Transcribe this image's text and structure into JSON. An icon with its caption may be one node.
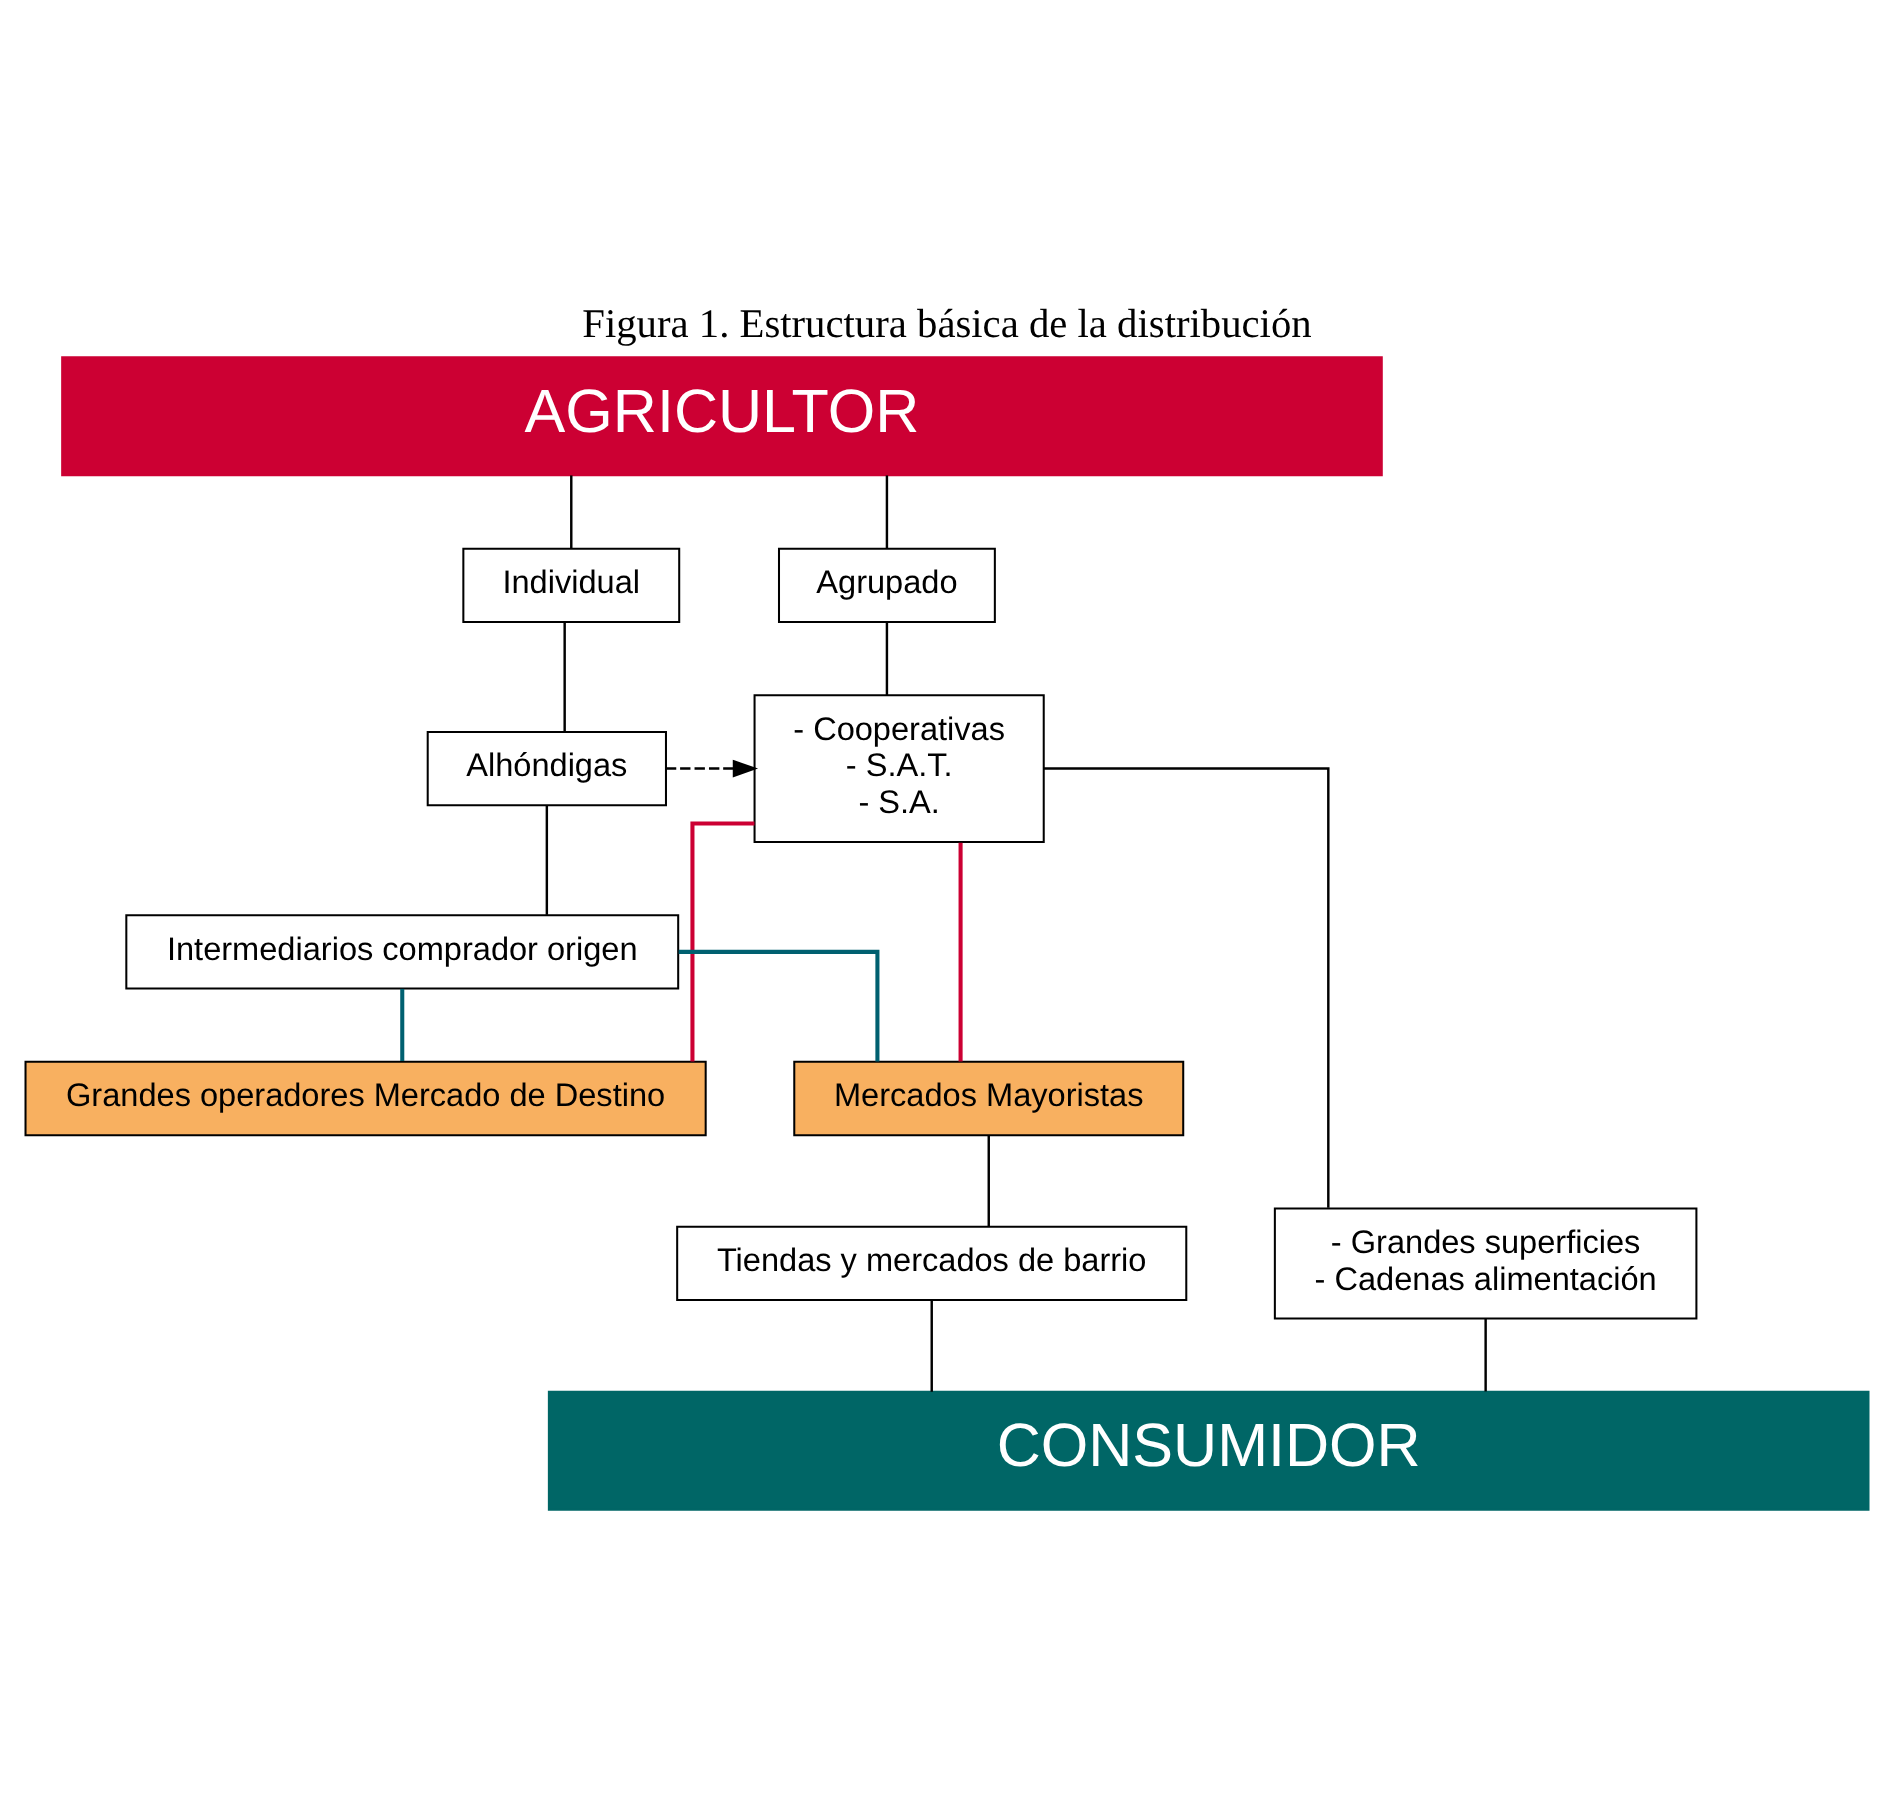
{
  "diagram": {
    "title": "Figura 1. Estructura básica de la distribución",
    "nodes": [
      {
        "text": [
          "AGRICULTOR"
        ]
      },
      {
        "text": [
          "Individual"
        ]
      },
      {
        "text": [
          "Agrupado"
        ]
      },
      {
        "text": [
          "Alhóndigas"
        ]
      },
      {
        "text": [
          "- Cooperativas",
          "- S.A.T.",
          "- S.A."
        ]
      },
      {
        "text": [
          "Intermediarios comprador origen"
        ]
      },
      {
        "text": [
          "Mercados Mayoristas"
        ]
      },
      {
        "text": [
          "Grandes operadores Mercado de Destino"
        ]
      },
      {
        "text": [
          "Tiendas y mercados de barrio"
        ]
      },
      {
        "text": [
          "- Grandes superficies",
          "- Cadenas alimentación"
        ]
      },
      {
        "text": [
          "CONSUMIDOR"
        ]
      }
    ],
    "edges": [
      {
        "from": 0,
        "to": 1,
        "arrow": "none"
      },
      {
        "from": 0,
        "to": 2,
        "arrow": "none"
      },
      {
        "from": 1,
        "to": 3,
        "arrow": "none"
      },
      {
        "from": 2,
        "to": 4,
        "arrow": "none"
      },
      {
        "from": 3,
        "to": 4,
        "arrow": "to",
        "style": "dashed"
      },
      {
        "from": 3,
        "to": 5,
        "arrow": "none"
      },
      {
        "from": 5,
        "to": 6,
        "arrow": "none",
        "color": "#006070"
      },
      {
        "from": 5,
        "to": 7,
        "arrow": "none",
        "color": "#006070"
      },
      {
        "from": 4,
        "to": 6,
        "arrow": "none",
        "color": "#cc0033"
      },
      {
        "from": 4,
        "to": 7,
        "arrow": "none",
        "color": "#cc0033"
      },
      {
        "from": 4,
        "to": 9,
        "arrow": "none"
      },
      {
        "from": 6,
        "to": 8,
        "arrow": "none"
      },
      {
        "from": 8,
        "to": 10,
        "arrow": "none"
      },
      {
        "from": 9,
        "to": 10,
        "arrow": "none"
      }
    ]
  }
}
